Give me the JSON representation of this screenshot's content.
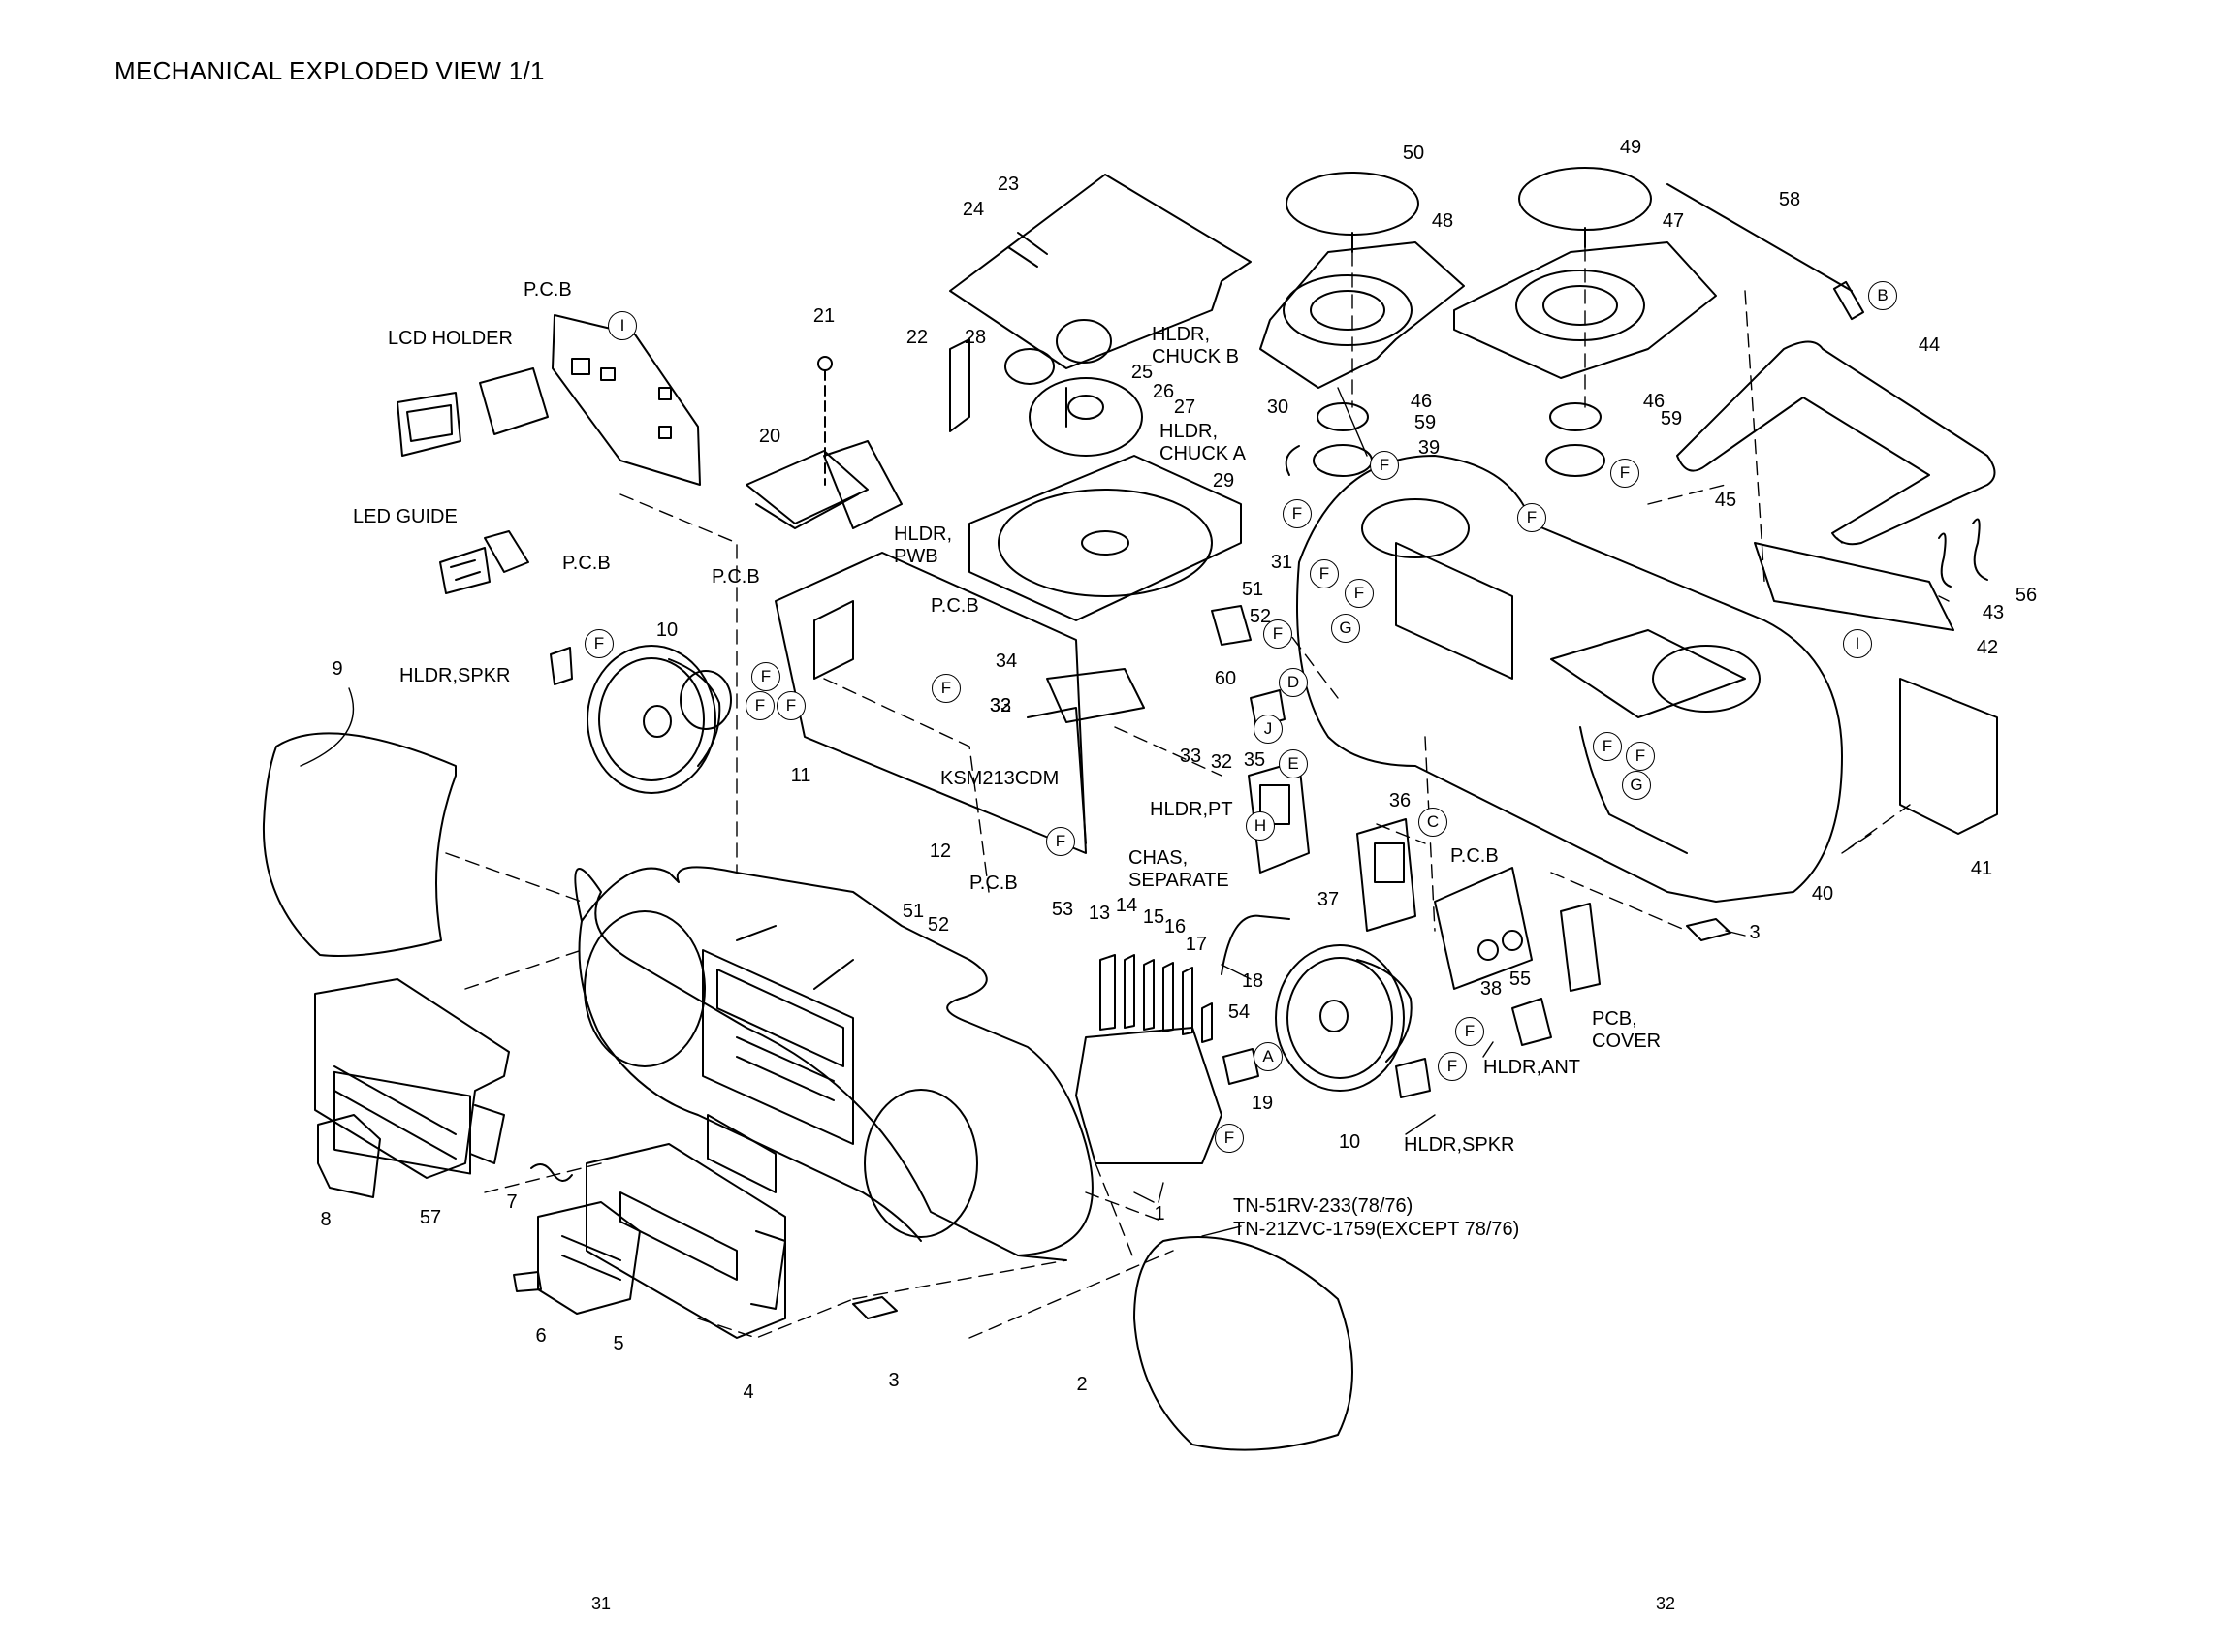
{
  "title": "MECHANICAL EXPLODED VIEW 1/1",
  "part_numbers": [
    "1",
    "2",
    "3",
    "3",
    "4",
    "5",
    "6",
    "7",
    "8",
    "9",
    "10",
    "10",
    "11",
    "12",
    "13",
    "14",
    "15",
    "16",
    "17",
    "18",
    "19",
    "20",
    "21",
    "22",
    "23",
    "24",
    "25",
    "26",
    "27",
    "28",
    "29",
    "30",
    "31",
    "32",
    "32",
    "33",
    "33",
    "34",
    "35",
    "36",
    "37",
    "38",
    "39",
    "40",
    "41",
    "42",
    "43",
    "44",
    "45",
    "46",
    "46",
    "47",
    "48",
    "49",
    "50",
    "51",
    "51",
    "52",
    "52",
    "53",
    "54",
    "55",
    "56",
    "57",
    "58",
    "59",
    "59",
    "60"
  ],
  "labels": {
    "pcb_top": "P.C.B",
    "lcd_holder": "LCD HOLDER",
    "led_guide": "LED GUIDE",
    "pcb_led": "P.C.B",
    "pcb_left": "P.C.B",
    "hldr_spkr_left": "HLDR,SPKR",
    "hldr_pwb": "HLDR,\nPWB",
    "pcb_mid": "P.C.B",
    "ksm": "KSM213CDM",
    "pcb_low": "P.C.B",
    "hldr_chuck_b": "HLDR,\nCHUCK B",
    "hldr_chuck_a": "HLDR,\nCHUCK A",
    "hldr_pt": "HLDR,PT",
    "chas_separate": "CHAS,\nSEPARATE",
    "pcb_right": "P.C.B",
    "pcb_cover": "PCB,\nCOVER",
    "hldr_ant": "HLDR,ANT",
    "hldr_spkr_right": "HLDR,SPKR"
  },
  "circled_refs": [
    "A",
    "B",
    "C",
    "D",
    "E",
    "F",
    "G",
    "H",
    "I",
    "J"
  ],
  "models": [
    "TN-51RV-233(78/76)",
    "TN-21ZVC-1759(EXCEPT 78/76)"
  ],
  "page_numbers": [
    "31",
    "32"
  ]
}
